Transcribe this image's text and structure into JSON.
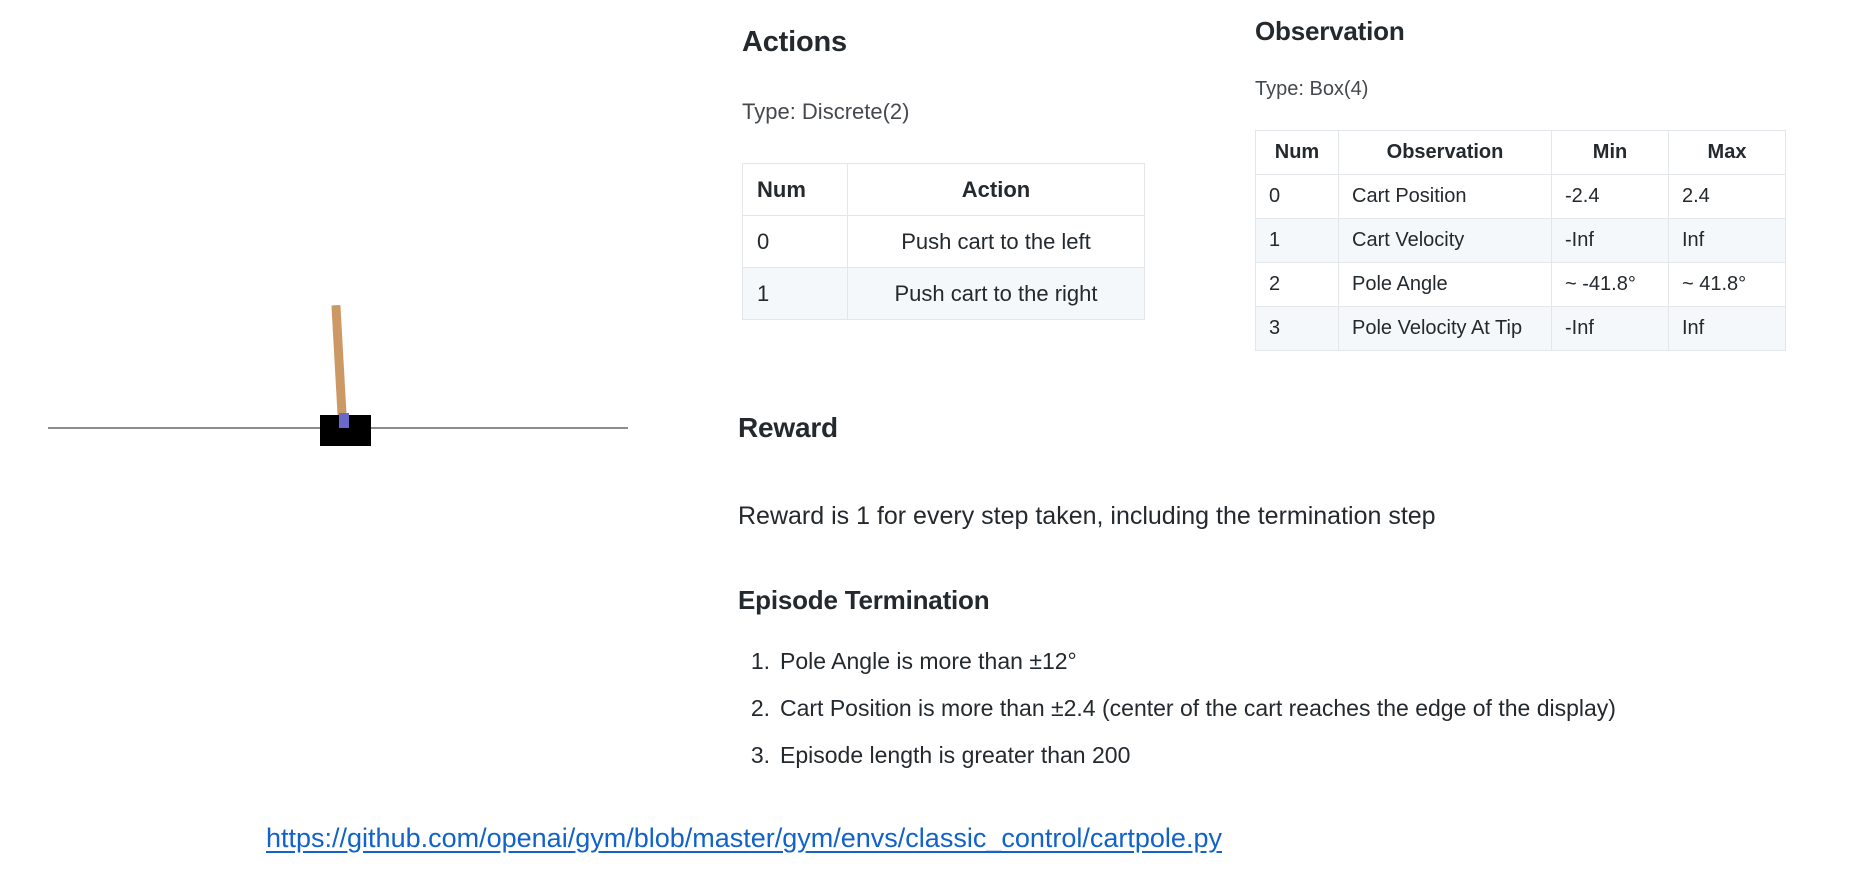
{
  "figure": {
    "name": "cartpole-environment-illustration",
    "pole_color": "#cc9966",
    "cart_color": "#000000",
    "track_color": "#8c8c8c",
    "axle_color": "#6a68c8"
  },
  "actions": {
    "heading": "Actions",
    "type_line": "Type: Discrete(2)",
    "columns": [
      "Num",
      "Action"
    ],
    "rows": [
      {
        "num": "0",
        "action": "Push cart to the left"
      },
      {
        "num": "1",
        "action": "Push cart to the right"
      }
    ]
  },
  "observation": {
    "heading": "Observation",
    "type_line": "Type: Box(4)",
    "columns": [
      "Num",
      "Observation",
      "Min",
      "Max"
    ],
    "rows": [
      {
        "num": "0",
        "observation": "Cart Position",
        "min": "-2.4",
        "max": "2.4"
      },
      {
        "num": "1",
        "observation": "Cart Velocity",
        "min": "-Inf",
        "max": "Inf"
      },
      {
        "num": "2",
        "observation": "Pole Angle",
        "min": "~ -41.8°",
        "max": "~ 41.8°"
      },
      {
        "num": "3",
        "observation": "Pole Velocity At Tip",
        "min": "-Inf",
        "max": "Inf"
      }
    ]
  },
  "reward": {
    "heading": "Reward",
    "text": "Reward is 1 for every step taken, including the termination step"
  },
  "termination": {
    "heading": "Episode Termination",
    "items": [
      {
        "marker": "1.",
        "text": "Pole Angle is more than ±12°"
      },
      {
        "marker": "2.",
        "text": "Cart Position is more than ±2.4 (center of the cart reaches the edge of the display)"
      },
      {
        "marker": "3.",
        "text": "Episode length is greater than 200"
      }
    ]
  },
  "link": {
    "label": "https://github.com/openai/gym/blob/master/gym/envs/classic_control/cartpole.py",
    "color": "#1162c9"
  }
}
